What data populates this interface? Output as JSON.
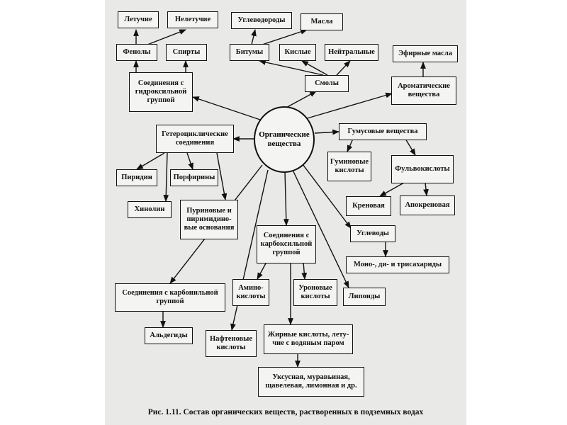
{
  "center": "Органические вещества",
  "nodes": {
    "volatile": "Летучие",
    "nonvolatile": "Нелетучие",
    "phenols": "Фенолы",
    "alcohols": "Спирты",
    "hydroxyl": "Соединения с гидроксильной группой",
    "hydrocarbons": "Углеводороды",
    "oils": "Масла",
    "bitumens": "Битумы",
    "acidic": "Кислые",
    "neutral": "Нейтральные",
    "resins": "Смолы",
    "essential_oils": "Эфирные масла",
    "aromatic": "Ароматические вещества",
    "heterocyclic": "Гетероциклические соединения",
    "humic": "Гумусовые вещества",
    "humic_acids": "Гуминовые кислоты",
    "fulvic_acids": "Фульвокислоты",
    "crenic": "Креновая",
    "apocrenic": "Апокреновая",
    "pyridine": "Пиридин",
    "porphyrins": "Порфирины",
    "quinoline": "Хинолин",
    "purine": "Пуриновые и пиримидино-вые основания",
    "carboxyl": "Соединения с карбоксильной группой",
    "carbohydrates": "Углеводы",
    "sugars": "Моно-, ди- и трисахариды",
    "carbonyl": "Соединения с карбонильной группой",
    "amino_acids": "Амино-кислоты",
    "uronic_acids": "Уроновые кислоты",
    "lipoids": "Липоиды",
    "aldehydes": "Альдегиды",
    "naphthenic": "Нафтеновые кислоты",
    "fatty_acids": "Жирные кислоты, лету-чие с водяным паром",
    "acids_list": "Уксусная, муравьиная, щавелевая, лимонная и др."
  },
  "caption": "Рис. 1.11. Состав органических веществ, растворенных в подземных водах"
}
